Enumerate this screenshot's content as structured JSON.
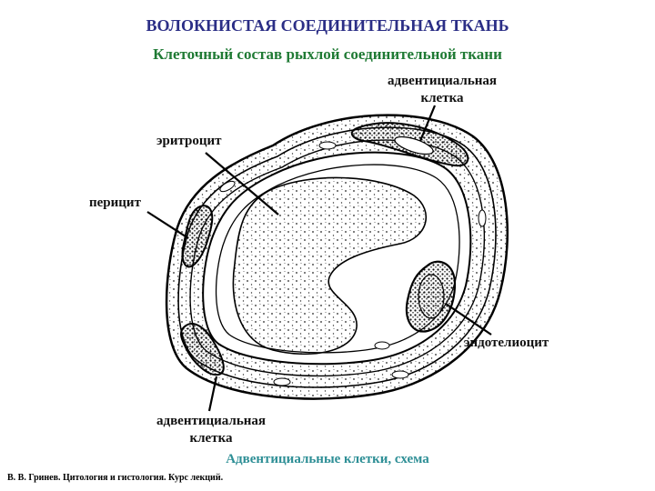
{
  "title": "ВОЛОКНИСТАЯ СОЕДИНИТЕЛЬНАЯ ТКАНЬ",
  "subtitle": "Клеточный состав рыхлой соединительной ткани",
  "labels": {
    "adventitial_top_line1": "адвентициальная",
    "adventitial_top_line2": "клетка",
    "erythrocyte": "эритроцит",
    "pericyte": "перицит",
    "endotheliocyte": "эндотелиоцит",
    "adventitial_bottom_line1": "адвентициальная",
    "adventitial_bottom_line2": "клетка"
  },
  "caption": "Адвентициальные клетки, схема",
  "credit": "В. В. Гринев. Цитология и гистология. Курс лекций.",
  "colors": {
    "title": "#2b2e86",
    "subtitle": "#1f7a34",
    "caption": "#2e8f96"
  }
}
